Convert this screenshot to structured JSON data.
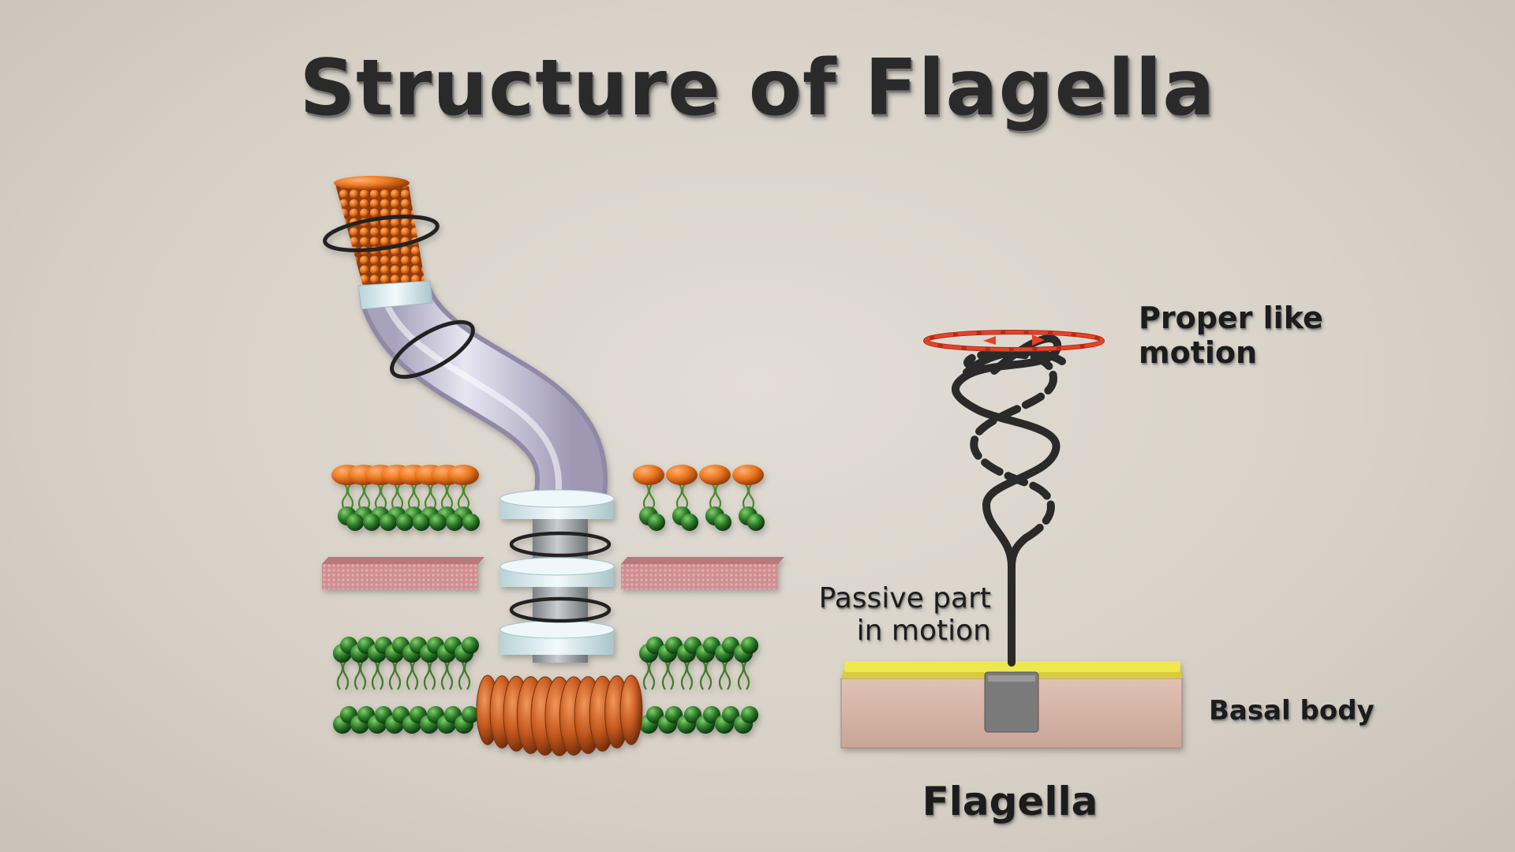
{
  "title": "Structure of Flagella",
  "labels": {
    "propeller_line1": "Proper like",
    "propeller_line2": "motion",
    "passive_line1": "Passive part",
    "passive_line2": "in motion",
    "basal_body": "Basal body",
    "flagella": "Flagella"
  },
  "colors": {
    "background": "#d8d2c8",
    "filament_beads": "#c85a1e",
    "hook": "#c3bfd3",
    "rings": "#dfeff2",
    "rod": "#9aa0a3",
    "membrane_block": "#c98a8f",
    "lipid_head_orange": "#e8761e",
    "lipid_head_green": "#2e7a2a",
    "motor_proteins": "#c55a20",
    "rotation_arrows": "#d83a22",
    "basal_stripe": "#e8e24a",
    "basal_block": "#d4b3a6",
    "basal_anchor": "#7a7a7a",
    "helix": "#2a2a2a"
  }
}
